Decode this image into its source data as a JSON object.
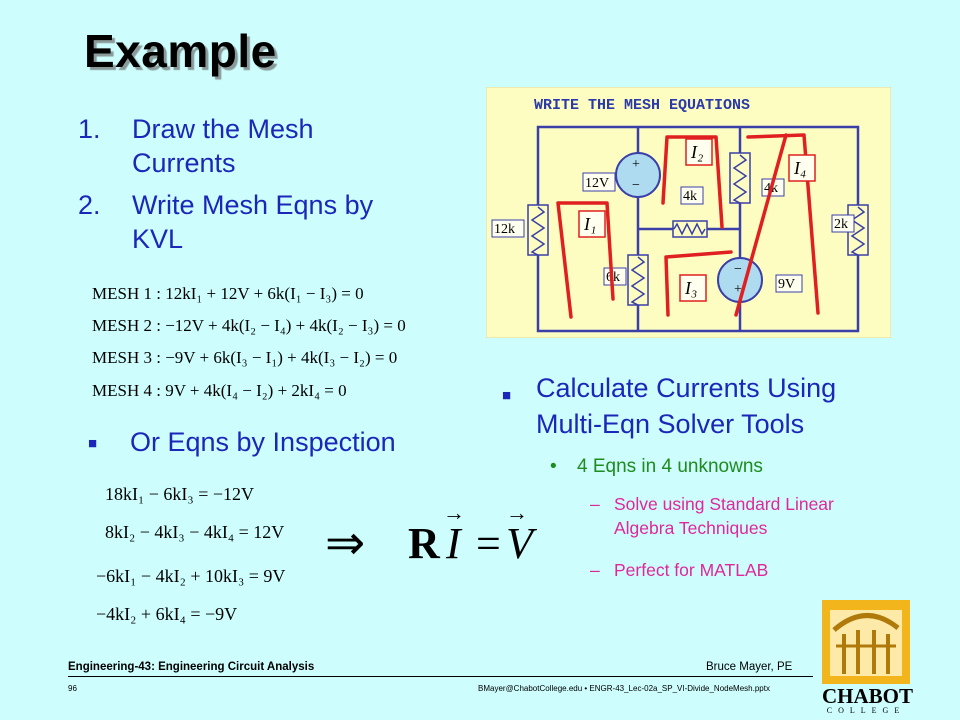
{
  "title": "Example",
  "steps": [
    {
      "num": "1.",
      "text": "Draw the Mesh Currents"
    },
    {
      "num": "2.",
      "text": "Write Mesh Eqns by KVL"
    }
  ],
  "mesh_eqns": [
    "MESH 1 : 12kI₁ + 12V + 6k(I₁ − I₃) = 0",
    "MESH 2 : −12V + 4k(I₂ − I₄) + 4k(I₂ − I₃) = 0",
    "MESH 3 : −9V + 6k(I₃ − I₁) + 4k(I₃ − I₂) = 0",
    "MESH 4 : 9V + 4k(I₄ − I₂) + 2kI₄ = 0"
  ],
  "inspection_label": "Or Eqns by Inspection",
  "inspection_eqns": [
    "18kI₁ − 6kI₃ = −12V",
    "8kI₂ − 4kI₃ − 4kI₄ = 12V",
    "−6kI₁ − 4kI₂ + 10kI₃ = 9V",
    "−4kI₂ + 6kI₄ = −9V"
  ],
  "implies": "⇒",
  "matrix_eq": {
    "r": "R",
    "i": "I",
    "eq": "=",
    "v": "V"
  },
  "circuit": {
    "heading": "WRITE THE MESH EQUATIONS",
    "labels": {
      "v12": "12V",
      "v9": "9V",
      "r12k": "12k",
      "r4k_a": "4k",
      "r4k_b": "4k",
      "r6k": "6k",
      "r2k": "2k",
      "i1": "I₁",
      "i2": "I₂",
      "i3": "I₃",
      "i4": "I₄",
      "plus": "+",
      "minus": "−"
    }
  },
  "right": {
    "bullet": "Calculate Currents Using Multi-Eqn Solver Tools",
    "sub": "4 Eqns in 4 unknowns",
    "subsub": [
      "Solve using Standard Linear Algebra Techniques",
      "Perfect for MATLAB"
    ]
  },
  "footer": {
    "course": "Engineering-43: Engineering Circuit Analysis",
    "author": "Bruce Mayer, PE",
    "page": "96",
    "file": "BMayer@ChabotCollege.edu  •  ENGR-43_Lec-02a_SP_VI-Divide_NodeMesh.pptx"
  },
  "logo": {
    "name": "CHABOT",
    "sub": "COLLEGE"
  },
  "colors": {
    "bg": "#cdfdfd",
    "text_blue": "#1a27b8",
    "green": "#1e8c1e",
    "pink": "#e0279b",
    "circuit_bg": "#fdfdc2",
    "circuit_wire": "#3b3fa8",
    "mesh_arrow": "#e02020"
  }
}
